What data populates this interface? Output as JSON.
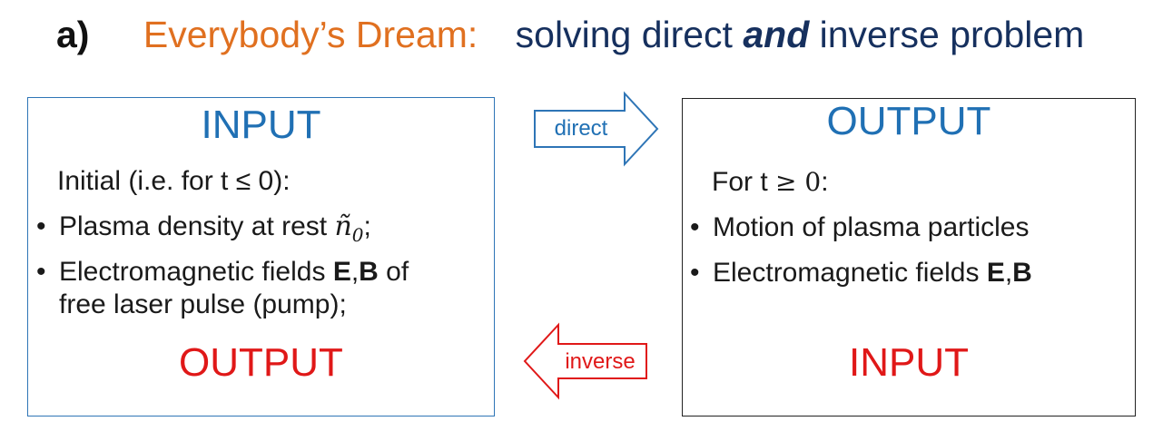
{
  "title": {
    "label": "a)",
    "dream": "Everybody’s Dream:",
    "pre": "solving direct ",
    "emph": "and",
    "post": " inverse problem"
  },
  "left": {
    "heading": "INPUT",
    "initial": "Initial (i.e. for t ≤ 0):",
    "bullet1_text": "Plasma density at rest ",
    "bullet1_var": "ñ",
    "bullet1_sub": "0",
    "bullet1_end": ";",
    "bullet2_pre": "Electromagnetic fields ",
    "bullet2_E": "E",
    "bullet2_comma": ",",
    "bullet2_B": "B",
    "bullet2_post": " of",
    "bullet2_line2": "free laser pulse (pump);",
    "footer": "OUTPUT"
  },
  "right": {
    "heading": "OUTPUT",
    "for_text": "For t ",
    "for_math": "≥ 0",
    "for_colon": ":",
    "bullet1": "Motion of plasma particles",
    "bullet2_pre": "Electromagnetic fields ",
    "bullet2_E": "E",
    "bullet2_comma": ",",
    "bullet2_B": "B",
    "footer": "INPUT"
  },
  "arrows": {
    "direct": "direct",
    "inverse": "inverse"
  },
  "bullet_char": "•",
  "colors": {
    "accent_orange": "#e07020",
    "title_navy": "#16305e",
    "heading_blue": "#2070b4",
    "heading_red": "#e01818",
    "direct_arrow": "#2e75b6",
    "inverse_arrow": "#e01818"
  }
}
